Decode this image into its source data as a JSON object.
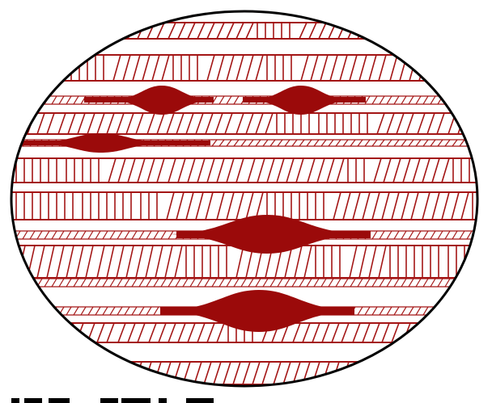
{
  "diagram": {
    "description_shape": "ellipse",
    "colors": {
      "stripe": "#a31515",
      "fill": "#9b0a0a",
      "outline": "#000000",
      "background": "#ffffff",
      "partial_bottom_text": "#000000"
    },
    "bands": [
      {
        "kind": "hatched-row",
        "hatch": "mixed"
      },
      {
        "kind": "hatched-row",
        "hatch": "mixed"
      },
      {
        "kind": "fusiform-line",
        "beads": 2
      },
      {
        "kind": "hatched-row",
        "hatch": "mixed"
      },
      {
        "kind": "fusiform-line",
        "beads": 1
      },
      {
        "kind": "hatched-row",
        "hatch": "mixed"
      },
      {
        "kind": "hatched-row",
        "hatch": "mixed"
      },
      {
        "kind": "fusiform-line",
        "beads": 1
      },
      {
        "kind": "hatched-row",
        "hatch": "mixed"
      },
      {
        "kind": "thin-hatched-line",
        "hatch": "slant"
      },
      {
        "kind": "fusiform-line",
        "beads": 1
      },
      {
        "kind": "hatched-row",
        "hatch": "mixed"
      },
      {
        "kind": "hatched-row",
        "hatch": "mixed"
      }
    ]
  }
}
